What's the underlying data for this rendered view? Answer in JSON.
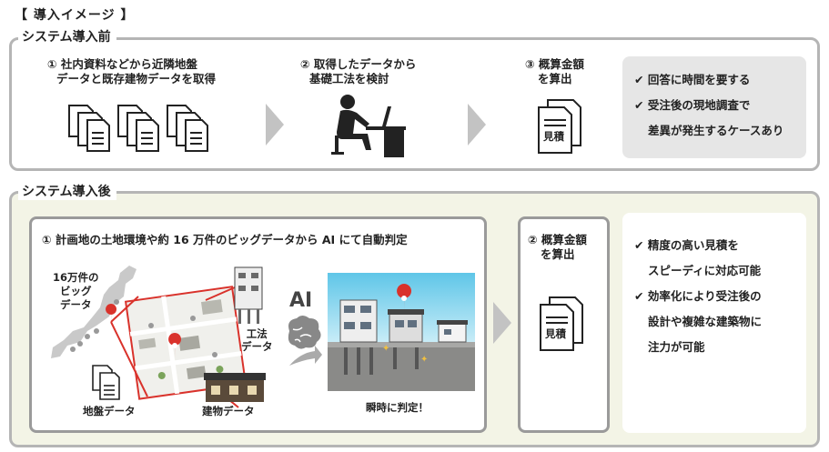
{
  "heading": "【 導入イメージ 】",
  "before": {
    "title": "システム導入前",
    "step1": [
      "① 社内資料などから近隣地盤",
      "データと既存建物データを取得"
    ],
    "step2": [
      "② 取得したデータから",
      "基礎工法を検討"
    ],
    "step3": [
      "③ 概算金額",
      "を算出"
    ],
    "doc_label": "見積",
    "notes": [
      "回答に時間を要する",
      "受注後の現地調査で",
      "差異が発生するケースあり"
    ]
  },
  "after": {
    "title": "システム導入後",
    "step1": "① 計画地の土地環境や約 16 万件のビッグデータから AI にて自動判定",
    "bigdata_label": [
      "16万件の",
      "ビッグ",
      "データ"
    ],
    "method_label": [
      "工法",
      "データ"
    ],
    "ground_label": "地盤データ",
    "building_label": "建物データ",
    "ai_label": "AI",
    "instant_label": "瞬時に判定！",
    "step2": [
      "② 概算金額",
      "を算出"
    ],
    "doc_label": "見積",
    "notes": [
      "精度の高い見積を",
      "スピーディに対応可能",
      "効率化により受注後の",
      "設計や複雑な建築物に",
      "注力が可能"
    ]
  },
  "colors": {
    "accent_red": "#d9322b",
    "panel_gray": "#b5b5b5",
    "green_bg": "#f3f4e6"
  }
}
